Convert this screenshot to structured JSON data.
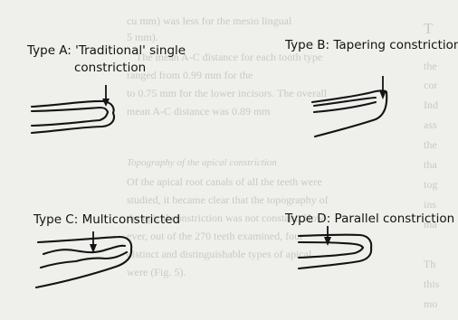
{
  "diagram": {
    "type_a": {
      "label_line1": "Type A: 'Traditional' single",
      "label_line2": "constriction"
    },
    "type_b": {
      "label": "Type B: Tapering constriction"
    },
    "type_c": {
      "label": "Type C: Multiconstricted"
    },
    "type_d": {
      "label": "Type D: Parallel constriction"
    }
  },
  "bleed_through": {
    "lines": [
      "cu mm) was less for the mesio lingual",
      "5 mm).",
      "The mean A-C distance for each tooth type",
      "ranged from 0.99 mm for the",
      "to 0.75 mm for the lower incisors. The overall",
      "mean A-C distance was 0.89 mm",
      "Topography of the apical constriction",
      "Of the apical root canals of all the teeth were",
      "studied, it became clear that the topography of",
      "the apical constriction was not constant. How-",
      "ever, out of the 270 teeth examined, four",
      "distinct and distinguishable types of apical",
      "were (Fig. 5)."
    ],
    "right_column": [
      "the",
      "cor",
      "Ind",
      "ass",
      "the",
      "tha",
      "tog",
      "ins",
      "ma",
      "Th",
      "this",
      "mo"
    ]
  }
}
